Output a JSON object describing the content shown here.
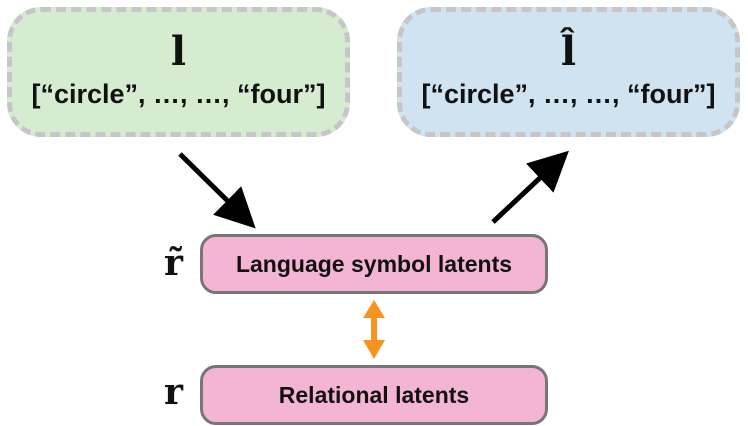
{
  "input_box": {
    "symbol": "l",
    "tokens": "[“circle”, …, …, “four”]"
  },
  "output_box": {
    "symbol": "l̂",
    "tokens": "[“circle”, …, …, “four”]"
  },
  "language_latents": {
    "symbol": "r̃",
    "label": "Language symbol latents"
  },
  "relational_latents": {
    "symbol": "r",
    "label": "Relational latents"
  },
  "colors": {
    "input_fill": "#d6ecd0",
    "output_fill": "#cfe3f0",
    "latent_fill": "#f4b5d4",
    "dashed_border": "#c6c6c6",
    "flow_arrow": "#000000",
    "link_arrow": "#f7931e"
  }
}
